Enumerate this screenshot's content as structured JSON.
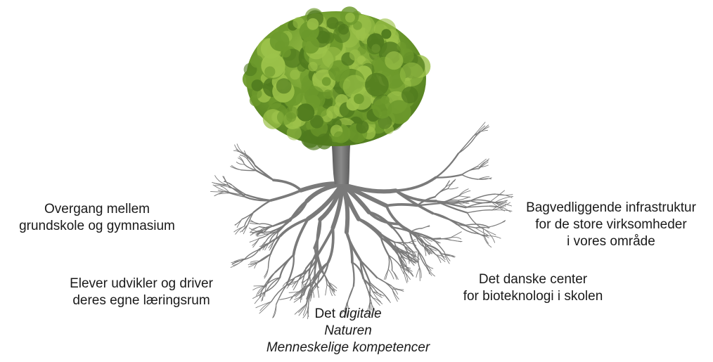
{
  "colors": {
    "foliage_dark": "#4f7a1e",
    "foliage_mid": "#6d9a2c",
    "foliage_light": "#9cc24a",
    "trunk": "#6a6a6a",
    "roots": "#7a7a7a",
    "text": "#1a1a1a"
  },
  "labels": {
    "overgang": [
      "Overgang mellem",
      "grundskole og gymnasium"
    ],
    "elever": [
      "Elever udvikler og driver",
      "deres egne læringsrum"
    ],
    "center": [
      "Det danske center",
      "for bioteknologi i skolen"
    ],
    "bagved": [
      "Bagvedliggende infrastruktur",
      "for de store virksomheder",
      "i vores område"
    ],
    "bottom": {
      "line1_prefix": "Det ",
      "line1_italic": "digitale",
      "line2": "Naturen",
      "line3": "Menneskelige kompetencer"
    }
  }
}
